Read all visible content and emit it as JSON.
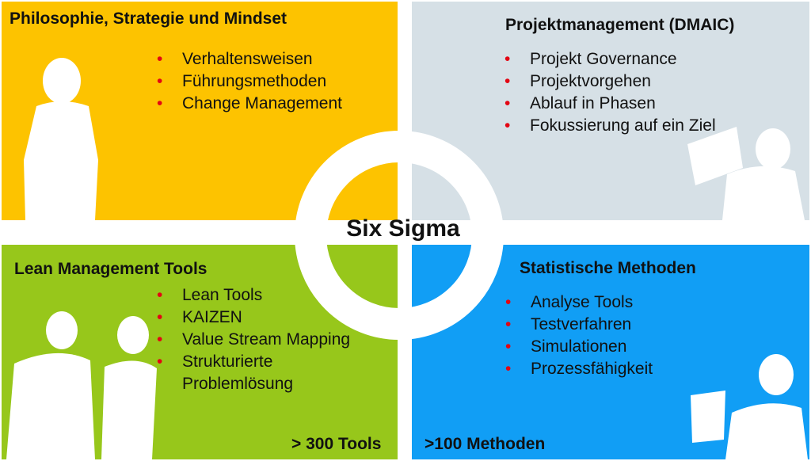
{
  "center": {
    "label": "Six Sigma"
  },
  "quadrants": {
    "top_left": {
      "title": "Philosophie, Strategie und Mindset",
      "items": [
        "Verhaltensweisen",
        "Führungsmethoden",
        "Change Management"
      ],
      "color": "#fdc300"
    },
    "top_right": {
      "title": "Projektmanagement (DMAIC)",
      "items": [
        "Projekt Governance",
        "Projektvorgehen",
        "Ablauf in Phasen",
        "Fokussierung auf ein Ziel"
      ],
      "color": "#d6e0e6"
    },
    "bottom_left": {
      "title": "Lean Management Tools",
      "items": [
        "Lean Tools",
        "KAIZEN",
        "Value Stream Mapping",
        "Strukturierte Problemlösung"
      ],
      "footer": "> 300 Tools",
      "color": "#97c71b"
    },
    "bottom_right": {
      "title": "Statistische Methoden",
      "items": [
        "Analyse Tools",
        "Testverfahren",
        "Simulationen",
        "Prozessfähigkeit"
      ],
      "footer": ">100 Methoden",
      "color": "#119ef5"
    }
  },
  "bullet_color": "#e30613"
}
